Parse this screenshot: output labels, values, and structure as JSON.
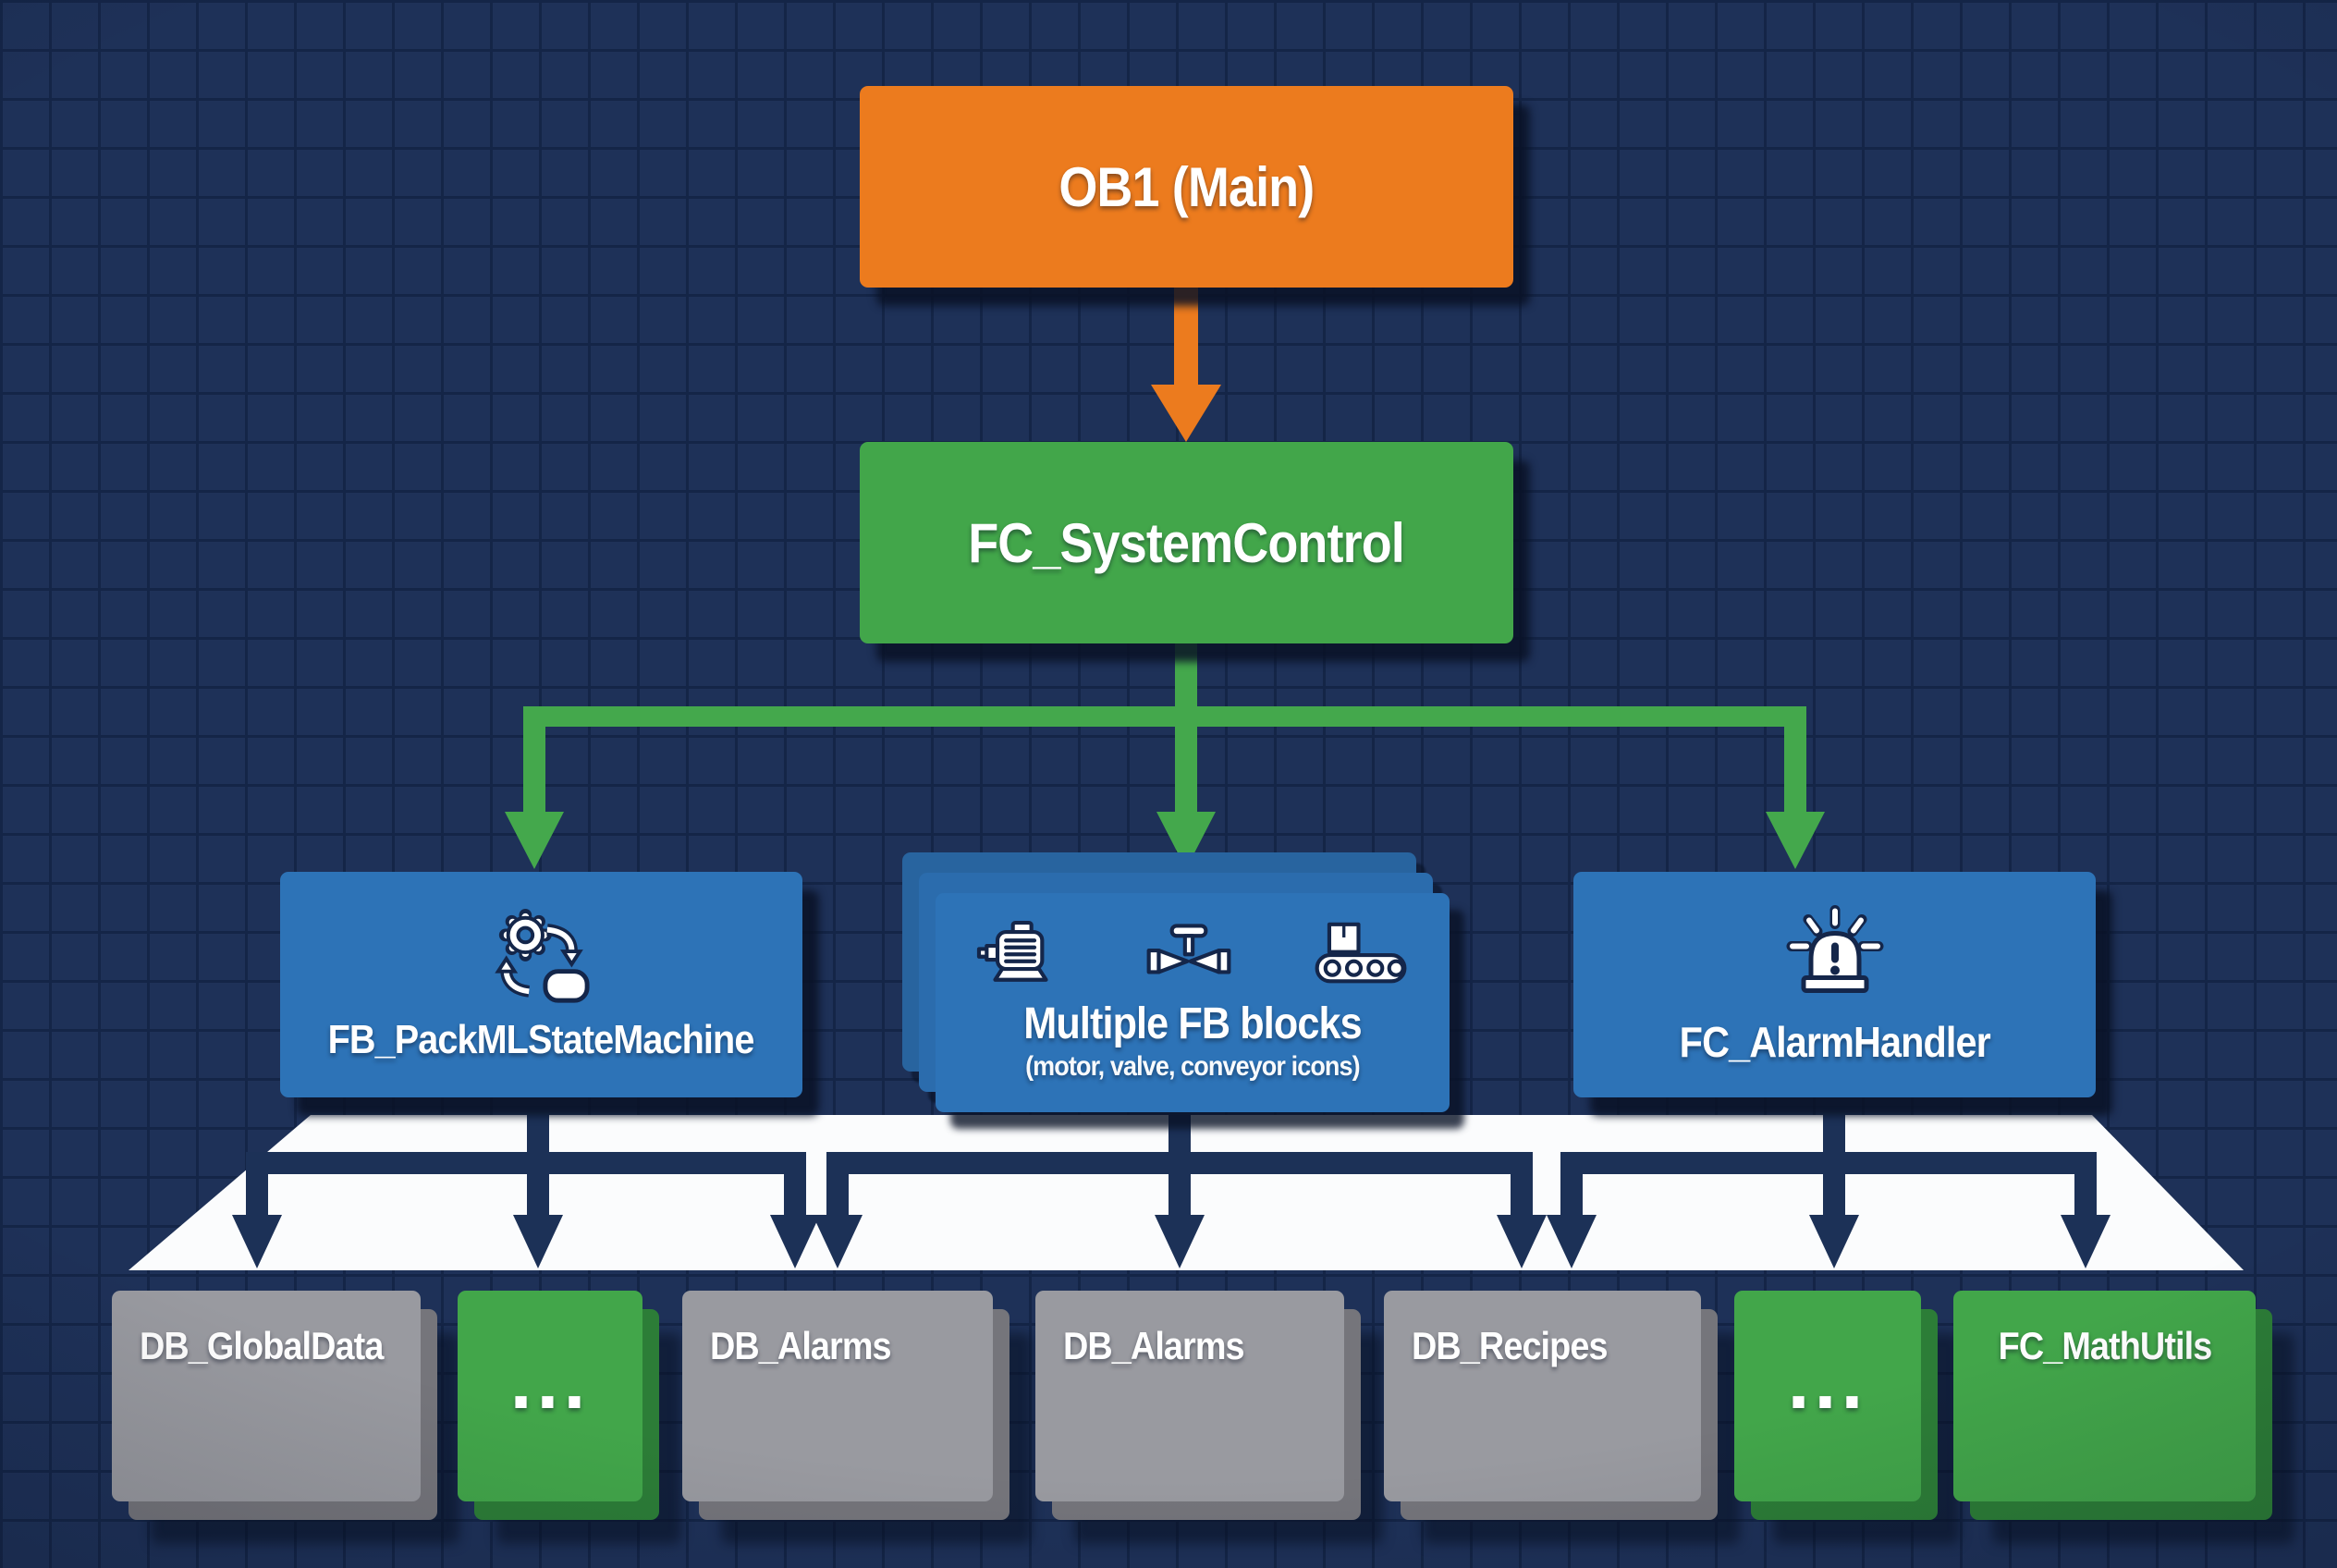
{
  "colors": {
    "background": "#1e3158",
    "grid_line": "#142547",
    "orange": "#ec7b1e",
    "green": "#42a64a",
    "green_dark": "#2c7d37",
    "blue": "#2d73b7",
    "blue_back1": "#2b6cad",
    "blue_back2": "#28649f",
    "gray": "#999aa0",
    "gray_dark": "#75757b",
    "navy_connector": "#1c3157",
    "white_band": "#fbfcfd",
    "text": "#ffffff"
  },
  "diagram": {
    "nodes": {
      "ob1": {
        "label": "OB1 (Main)",
        "color": "orange"
      },
      "system_control": {
        "label": "FC_SystemControl",
        "color": "green"
      },
      "packml": {
        "label": "FB_PackMLStateMachine",
        "icon": "state-machine-gear-icon",
        "color": "blue"
      },
      "multiple_fb": {
        "label": "Multiple FB blocks",
        "sublabel": "(motor, valve, conveyor icons)",
        "icons": [
          "motor-icon",
          "valve-icon",
          "conveyor-icon"
        ],
        "color": "blue",
        "stacked": true
      },
      "alarm_handler": {
        "label": "FC_AlarmHandler",
        "icon": "alarm-siren-icon",
        "color": "blue"
      },
      "db_global": {
        "label": "DB_GlobalData",
        "color": "gray"
      },
      "more_left": {
        "label": "...",
        "color": "green"
      },
      "db_alarms_1": {
        "label": "DB_Alarms",
        "color": "gray"
      },
      "db_alarms_2": {
        "label": "DB_Alarms",
        "color": "gray"
      },
      "db_recipes": {
        "label": "DB_Recipes",
        "color": "gray"
      },
      "more_right": {
        "label": "...",
        "color": "green"
      },
      "fc_mathutils": {
        "label": "FC_MathUtils",
        "color": "green"
      }
    },
    "edges": [
      {
        "from": "ob1",
        "to": "system_control"
      },
      {
        "from": "system_control",
        "to": "packml"
      },
      {
        "from": "system_control",
        "to": "multiple_fb"
      },
      {
        "from": "system_control",
        "to": "alarm_handler"
      },
      {
        "from": "packml",
        "to": "db_global"
      },
      {
        "from": "packml",
        "to": "more_left"
      },
      {
        "from": "packml",
        "to": "db_alarms_1"
      },
      {
        "from": "multiple_fb",
        "to": "db_alarms_1"
      },
      {
        "from": "multiple_fb",
        "to": "db_alarms_2"
      },
      {
        "from": "multiple_fb",
        "to": "db_recipes"
      },
      {
        "from": "alarm_handler",
        "to": "db_recipes"
      },
      {
        "from": "alarm_handler",
        "to": "more_right"
      },
      {
        "from": "alarm_handler",
        "to": "fc_mathutils"
      }
    ]
  }
}
